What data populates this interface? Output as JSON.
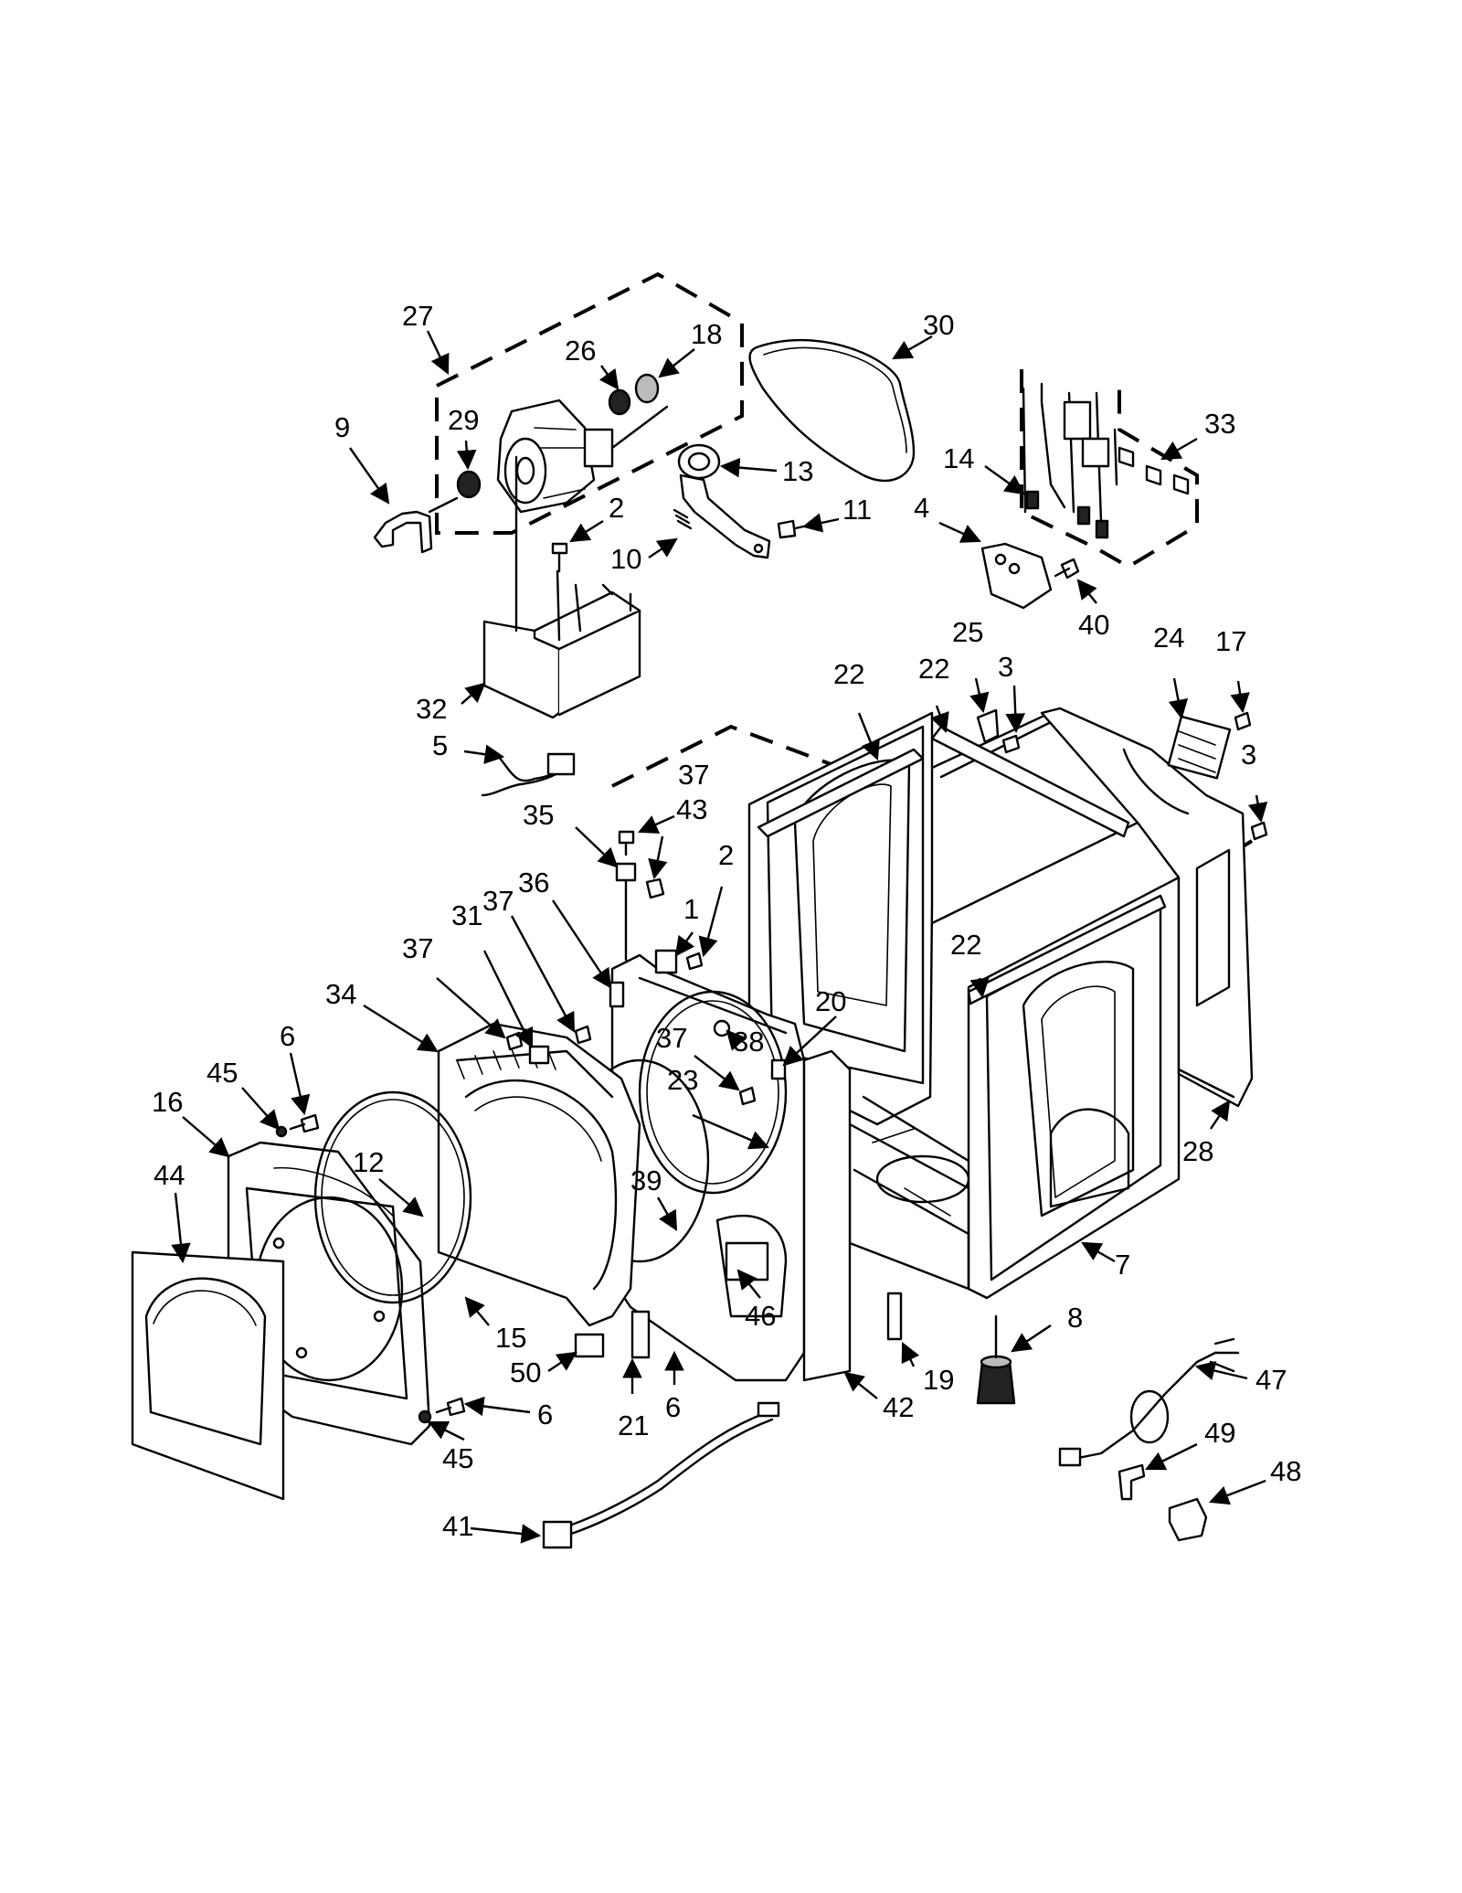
{
  "callouts": [
    {
      "id": "c27",
      "text": "27"
    },
    {
      "id": "c26",
      "text": "26"
    },
    {
      "id": "c18",
      "text": "18"
    },
    {
      "id": "c30",
      "text": "30"
    },
    {
      "id": "c9",
      "text": "9"
    },
    {
      "id": "c29",
      "text": "29"
    },
    {
      "id": "c13",
      "text": "13"
    },
    {
      "id": "c33",
      "text": "33"
    },
    {
      "id": "c14",
      "text": "14"
    },
    {
      "id": "c2a",
      "text": "2"
    },
    {
      "id": "c11",
      "text": "11"
    },
    {
      "id": "c4",
      "text": "4"
    },
    {
      "id": "c10",
      "text": "10"
    },
    {
      "id": "c40",
      "text": "40"
    },
    {
      "id": "c25",
      "text": "25"
    },
    {
      "id": "c24",
      "text": "24"
    },
    {
      "id": "c17",
      "text": "17"
    },
    {
      "id": "c22a",
      "text": "22"
    },
    {
      "id": "c22b",
      "text": "22"
    },
    {
      "id": "c3a",
      "text": "3"
    },
    {
      "id": "c32",
      "text": "32"
    },
    {
      "id": "c5",
      "text": "5"
    },
    {
      "id": "c3b",
      "text": "3"
    },
    {
      "id": "c37a",
      "text": "37"
    },
    {
      "id": "c35",
      "text": "35"
    },
    {
      "id": "c43",
      "text": "43"
    },
    {
      "id": "c36",
      "text": "36"
    },
    {
      "id": "c1",
      "text": "1"
    },
    {
      "id": "c2b",
      "text": "2"
    },
    {
      "id": "c22c",
      "text": "22"
    },
    {
      "id": "c37b",
      "text": "37"
    },
    {
      "id": "c31",
      "text": "31"
    },
    {
      "id": "c37c",
      "text": "37"
    },
    {
      "id": "c34",
      "text": "34"
    },
    {
      "id": "c20",
      "text": "20"
    },
    {
      "id": "c6a",
      "text": "6"
    },
    {
      "id": "c37d",
      "text": "37"
    },
    {
      "id": "c38",
      "text": "38"
    },
    {
      "id": "c45a",
      "text": "45"
    },
    {
      "id": "c23",
      "text": "23"
    },
    {
      "id": "c16",
      "text": "16"
    },
    {
      "id": "c28",
      "text": "28"
    },
    {
      "id": "c44",
      "text": "44"
    },
    {
      "id": "c12",
      "text": "12"
    },
    {
      "id": "c39",
      "text": "39"
    },
    {
      "id": "c7",
      "text": "7"
    },
    {
      "id": "c46",
      "text": "46"
    },
    {
      "id": "c8",
      "text": "8"
    },
    {
      "id": "c15",
      "text": "15"
    },
    {
      "id": "c19",
      "text": "19"
    },
    {
      "id": "c47",
      "text": "47"
    },
    {
      "id": "c50",
      "text": "50"
    },
    {
      "id": "c6b",
      "text": "6"
    },
    {
      "id": "c42",
      "text": "42"
    },
    {
      "id": "c6c",
      "text": "6"
    },
    {
      "id": "c21",
      "text": "21"
    },
    {
      "id": "c49",
      "text": "49"
    },
    {
      "id": "c45b",
      "text": "45"
    },
    {
      "id": "c48",
      "text": "48"
    },
    {
      "id": "c41",
      "text": "41"
    }
  ]
}
